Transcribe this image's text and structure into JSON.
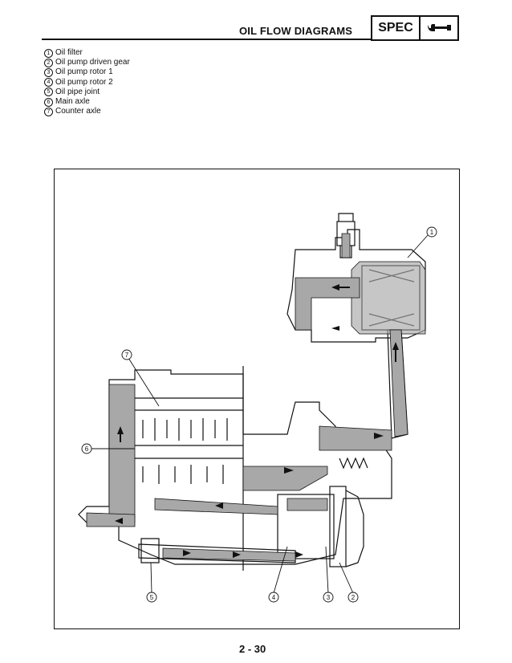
{
  "header": {
    "title": "OIL FLOW DIAGRAMS",
    "badge": "SPEC",
    "badge_icon": "wrench-icon"
  },
  "legend": [
    {
      "num": "1",
      "label": "Oil filter"
    },
    {
      "num": "2",
      "label": "Oil pump driven gear"
    },
    {
      "num": "3",
      "label": "Oil pump rotor 1"
    },
    {
      "num": "4",
      "label": "Oil pump rotor 2"
    },
    {
      "num": "5",
      "label": "Oil pipe joint"
    },
    {
      "num": "6",
      "label": "Main axle"
    },
    {
      "num": "7",
      "label": "Counter axle"
    }
  ],
  "callouts": [
    "1",
    "7",
    "6",
    "5",
    "4",
    "3",
    "2"
  ],
  "footer": {
    "page": "2 - 30"
  },
  "colors": {
    "ink": "#111111",
    "oil": "#a8a8a8",
    "paper": "#ffffff"
  }
}
